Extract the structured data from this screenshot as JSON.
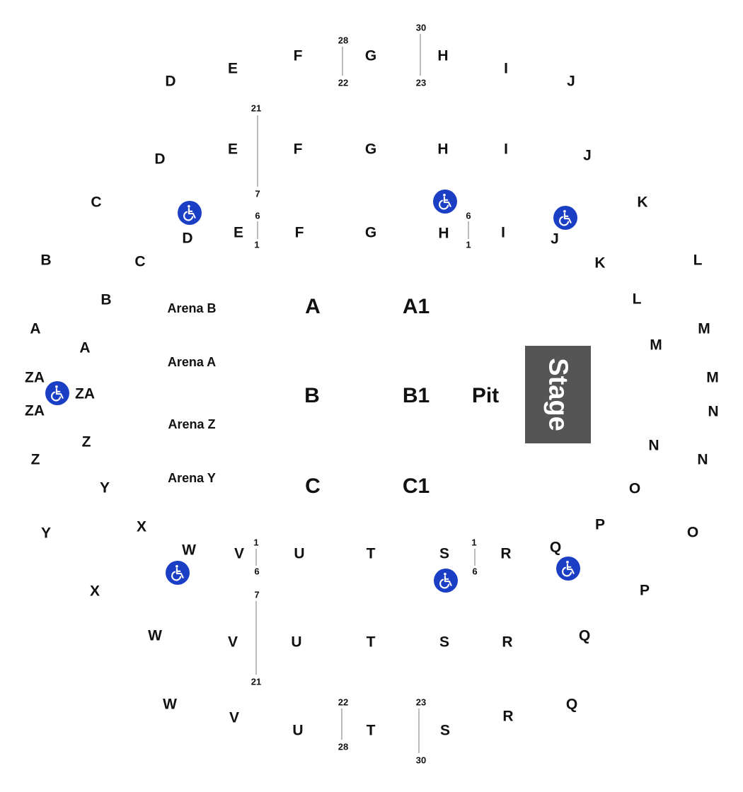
{
  "venue_map": {
    "stage": {
      "label": "Stage",
      "color": "#555555",
      "text_color": "#ffffff"
    },
    "accessibility_icon": {
      "name": "wheelchair-icon",
      "color": "#1a3fc4"
    },
    "labels": [
      "D",
      "E",
      "F",
      "G",
      "H",
      "I",
      "J",
      "D",
      "E",
      "F",
      "G",
      "H",
      "I",
      "J",
      "C",
      "K",
      "D",
      "E",
      "F",
      "G",
      "H",
      "I",
      "J",
      "B",
      "C",
      "K",
      "L",
      "B",
      "L",
      "Arena B",
      "A",
      "A1",
      "A",
      "M",
      "A",
      "M",
      "Arena A",
      "ZA",
      "ZA",
      "M",
      "B",
      "B1",
      "Pit",
      "ZA",
      "N",
      "Arena Z",
      "Z",
      "N",
      "Z",
      "N",
      "Arena Y",
      "C",
      "C1",
      "Y",
      "O",
      "X",
      "P",
      "O",
      "Y",
      "W",
      "V",
      "U",
      "T",
      "S",
      "R",
      "Q",
      "X",
      "P",
      "W",
      "Q",
      "V",
      "U",
      "T",
      "S",
      "R",
      "W",
      "Q",
      "V",
      "U",
      "T",
      "S",
      "R"
    ],
    "seat_numbers": [
      "28",
      "22",
      "30",
      "23",
      "21",
      "7",
      "6",
      "1",
      "6",
      "1",
      "1",
      "6",
      "1",
      "6",
      "7",
      "21",
      "22",
      "28",
      "23",
      "30"
    ]
  }
}
